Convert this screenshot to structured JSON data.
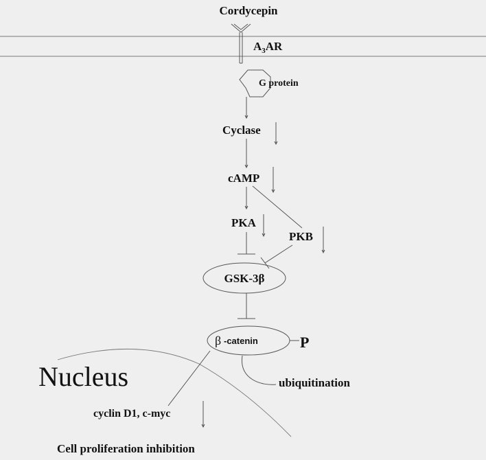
{
  "title": "Cordycepin",
  "receptor": {
    "base": "A",
    "sub": "3",
    "suffix": "AR"
  },
  "nodes": {
    "g_protein": "G protein",
    "cyclase": "Cyclase",
    "camp": "cAMP",
    "pka": "PKA",
    "pkb": "PKB",
    "gsk": "GSK-3β",
    "beta_catenin_symbol": "β",
    "beta_catenin_text": "-catenin",
    "phospho": "P",
    "ubiquitination": "ubiquitination",
    "cyclin": "cyclin D1, c-myc",
    "outcome": "Cell proliferation inhibition"
  },
  "nucleus_label": "Nucleus",
  "colors": {
    "background": "#efefef",
    "line": "#555555",
    "text": "#111111"
  }
}
